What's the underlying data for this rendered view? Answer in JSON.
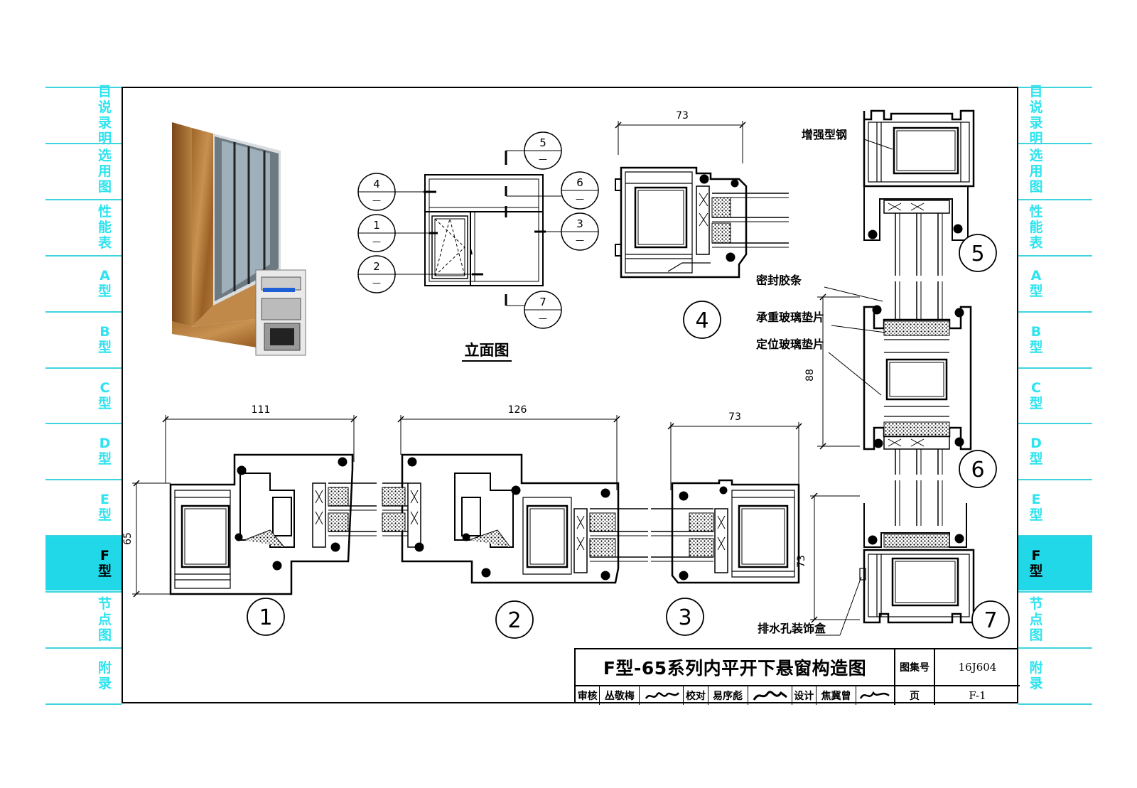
{
  "left_tabs": [
    {
      "label": "目说录明"
    },
    {
      "label": "选用图"
    },
    {
      "label": "性能表"
    },
    {
      "label": "A型"
    },
    {
      "label": "B型"
    },
    {
      "label": "C型"
    },
    {
      "label": "D型"
    },
    {
      "label": "E型"
    },
    {
      "label": "F型",
      "active": true
    },
    {
      "label": "节点图"
    },
    {
      "label": "附录"
    }
  ],
  "right_tabs": [
    {
      "label": "目说录明"
    },
    {
      "label": "选用图"
    },
    {
      "label": "性能表"
    },
    {
      "label": "A型"
    },
    {
      "label": "B型"
    },
    {
      "label": "C型"
    },
    {
      "label": "D型"
    },
    {
      "label": "E型"
    },
    {
      "label": "F型",
      "active": true
    },
    {
      "label": "节点图"
    },
    {
      "label": "附录"
    }
  ],
  "elevation": {
    "title": "立面图",
    "markers": [
      {
        "num": "4",
        "sub": "—"
      },
      {
        "num": "1",
        "sub": "—"
      },
      {
        "num": "2",
        "sub": "—"
      },
      {
        "num": "5",
        "sub": "—"
      },
      {
        "num": "6",
        "sub": "—"
      },
      {
        "num": "3",
        "sub": "—"
      },
      {
        "num": "7",
        "sub": "—"
      }
    ]
  },
  "sections": {
    "s1": {
      "label": "1",
      "width_dim": "111",
      "height_dim": "65"
    },
    "s2": {
      "label": "2",
      "width_dim": "126"
    },
    "s3": {
      "label": "3",
      "width_dim": "73"
    },
    "s4": {
      "label": "4",
      "width_dim": "73"
    },
    "s5": {
      "label": "5"
    },
    "s6": {
      "label": "6",
      "height_dim": "88"
    },
    "s7": {
      "label": "7",
      "height_dim": "73"
    }
  },
  "callouts": {
    "steel": "增强型钢",
    "seal": "密封胶条",
    "bearing": "承重玻璃垫片",
    "locating": "定位玻璃垫片",
    "drain": "排水孔装饰盒"
  },
  "title_block": {
    "title": "F型-65系列内平开下悬窗构造图",
    "atlas_label": "图集号",
    "atlas_no": "16J604",
    "page_label": "页",
    "page_no": "F-1",
    "review_label": "审核",
    "reviewer": "丛敬梅",
    "check_label": "校对",
    "checker": "易序彪",
    "design_label": "设计",
    "designer": "焦冀曾"
  }
}
